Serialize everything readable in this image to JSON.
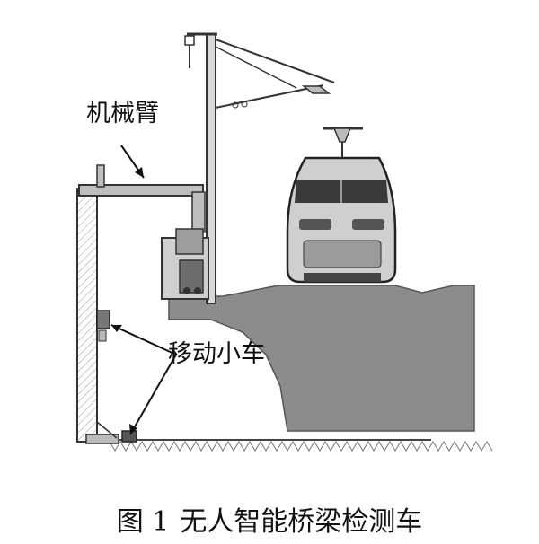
{
  "labels": {
    "arm": "机械臂",
    "cart": "移动小车"
  },
  "caption": {
    "number": "图 1",
    "title": "无人智能桥梁检测车"
  }
}
